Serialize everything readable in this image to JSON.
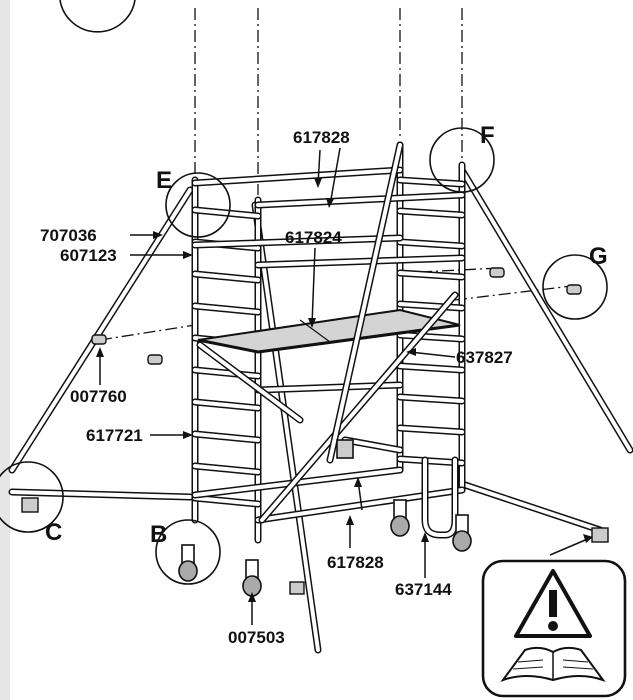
{
  "part_numbers": {
    "top_rail": "617828",
    "diagonal_top": "617824",
    "stabiliser": "707036",
    "frame": "607123",
    "clamp": "007760",
    "brace": "617721",
    "platform": "637827",
    "bottom_rail": "617828",
    "base_bar": "637144",
    "castor": "007503"
  },
  "detail_letters": {
    "b": "B",
    "c": "C",
    "e": "E",
    "f": "F",
    "g": "G"
  },
  "warning": {
    "icon": "warning-read-manual-icon"
  }
}
